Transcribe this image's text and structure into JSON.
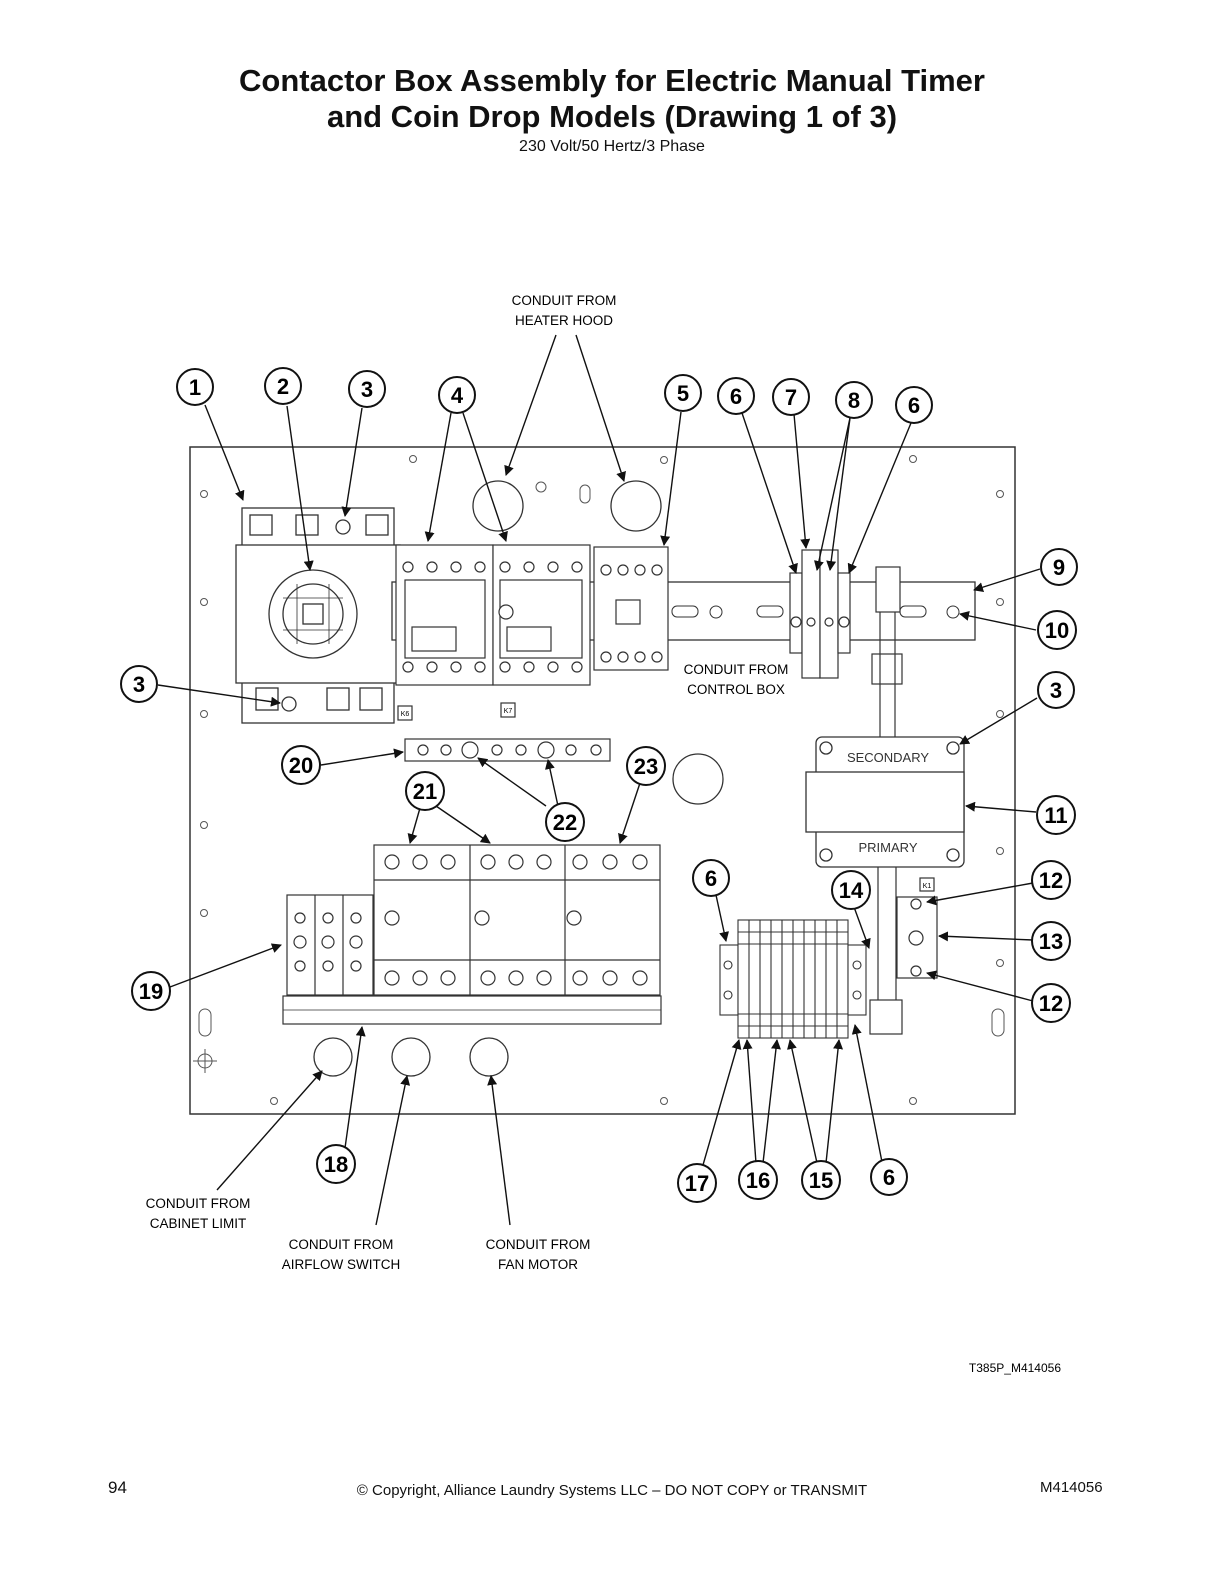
{
  "header": {
    "title_line1": "Contactor Box Assembly for Electric Manual Timer",
    "title_line2": "and Coin Drop Models (Drawing 1 of 3)",
    "subtitle": "230 Volt/50 Hertz/3 Phase"
  },
  "callouts": [
    {
      "id": "c1",
      "number": "1"
    },
    {
      "id": "c2",
      "number": "2"
    },
    {
      "id": "c3a",
      "number": "3"
    },
    {
      "id": "c4",
      "number": "4"
    },
    {
      "id": "c5",
      "number": "5"
    },
    {
      "id": "c6a",
      "number": "6"
    },
    {
      "id": "c7",
      "number": "7"
    },
    {
      "id": "c8",
      "number": "8"
    },
    {
      "id": "c6b",
      "number": "6"
    },
    {
      "id": "c9",
      "number": "9"
    },
    {
      "id": "c10",
      "number": "10"
    },
    {
      "id": "c3b",
      "number": "3"
    },
    {
      "id": "c3c",
      "number": "3"
    },
    {
      "id": "c11",
      "number": "11"
    },
    {
      "id": "c20",
      "number": "20"
    },
    {
      "id": "c21",
      "number": "21"
    },
    {
      "id": "c22",
      "number": "22"
    },
    {
      "id": "c23",
      "number": "23"
    },
    {
      "id": "c6c",
      "number": "6"
    },
    {
      "id": "c14",
      "number": "14"
    },
    {
      "id": "c12a",
      "number": "12"
    },
    {
      "id": "c13",
      "number": "13"
    },
    {
      "id": "c12b",
      "number": "12"
    },
    {
      "id": "c19",
      "number": "19"
    },
    {
      "id": "c18",
      "number": "18"
    },
    {
      "id": "c17",
      "number": "17"
    },
    {
      "id": "c16",
      "number": "16"
    },
    {
      "id": "c15",
      "number": "15"
    },
    {
      "id": "c6d",
      "number": "6"
    }
  ],
  "conduit_labels": {
    "heater_hood": [
      "CONDUIT FROM",
      "HEATER HOOD"
    ],
    "control_box": [
      "CONDUIT FROM",
      "CONTROL BOX"
    ],
    "cabinet_limit": [
      "CONDUIT FROM",
      "CABINET LIMIT"
    ],
    "airflow_switch": [
      "CONDUIT FROM",
      "AIRFLOW SWITCH"
    ],
    "fan_motor": [
      "CONDUIT FROM",
      "FAN MOTOR"
    ]
  },
  "component_labels": {
    "secondary": "SECONDARY",
    "primary": "PRIMARY",
    "k6": "K6",
    "k7": "K7",
    "k1": "K1"
  },
  "drawing_code": "T385P_M414056",
  "footer": {
    "page_number": "94",
    "copyright": "© Copyright, Alliance Laundry Systems LLC – DO NOT COPY or TRANSMIT",
    "doc_number": "M414056"
  }
}
